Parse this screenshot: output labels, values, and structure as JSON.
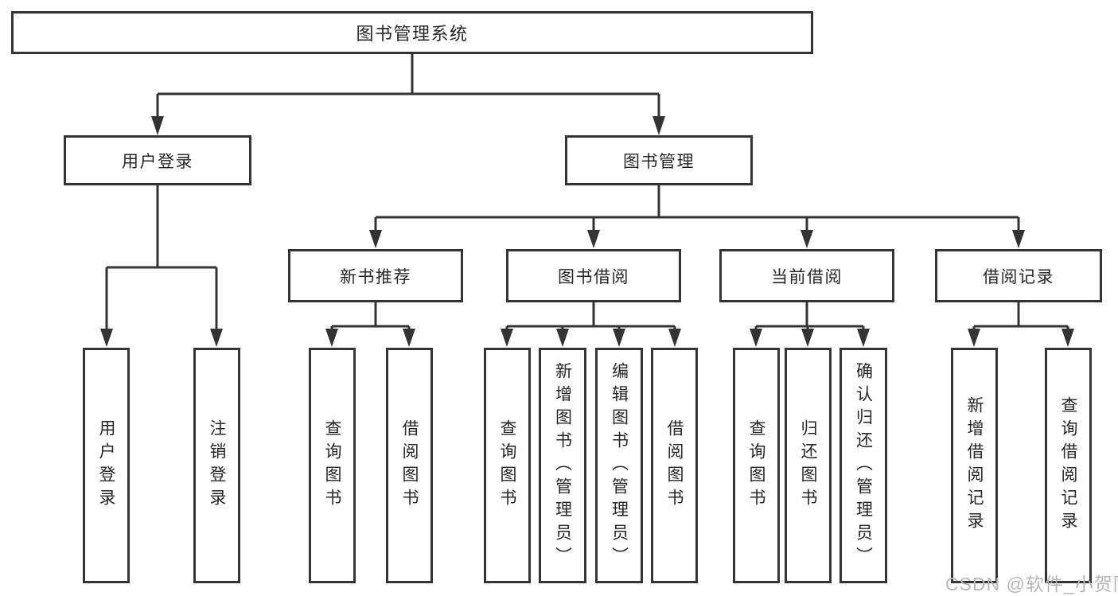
{
  "tree": {
    "root": {
      "label": "图书管理系统"
    },
    "branches": [
      {
        "label": "用户登录",
        "children": [
          {
            "label": "用户登录"
          },
          {
            "label": "注销登录"
          }
        ]
      },
      {
        "label": "图书管理",
        "children": [
          {
            "label": "新书推荐",
            "children": [
              {
                "label": "查询图书"
              },
              {
                "label": "借阅图书"
              }
            ]
          },
          {
            "label": "图书借阅",
            "children": [
              {
                "label": "查询图书"
              },
              {
                "label": "新增图书（管理员）"
              },
              {
                "label": "编辑图书（管理员）"
              },
              {
                "label": "借阅图书"
              }
            ]
          },
          {
            "label": "当前借阅",
            "children": [
              {
                "label": "查询图书"
              },
              {
                "label": "归还图书"
              },
              {
                "label": "确认归还（管理员）"
              }
            ]
          },
          {
            "label": "借阅记录",
            "children": [
              {
                "label": "新增借阅记录"
              },
              {
                "label": "查询借阅记录"
              }
            ]
          }
        ]
      }
    ]
  },
  "watermark": {
    "text": "CSDN @软件_小贺同学"
  },
  "colors": {
    "line": "#333333",
    "text": "#262626",
    "background": "#ffffff",
    "watermark": "#b6b6b6"
  }
}
